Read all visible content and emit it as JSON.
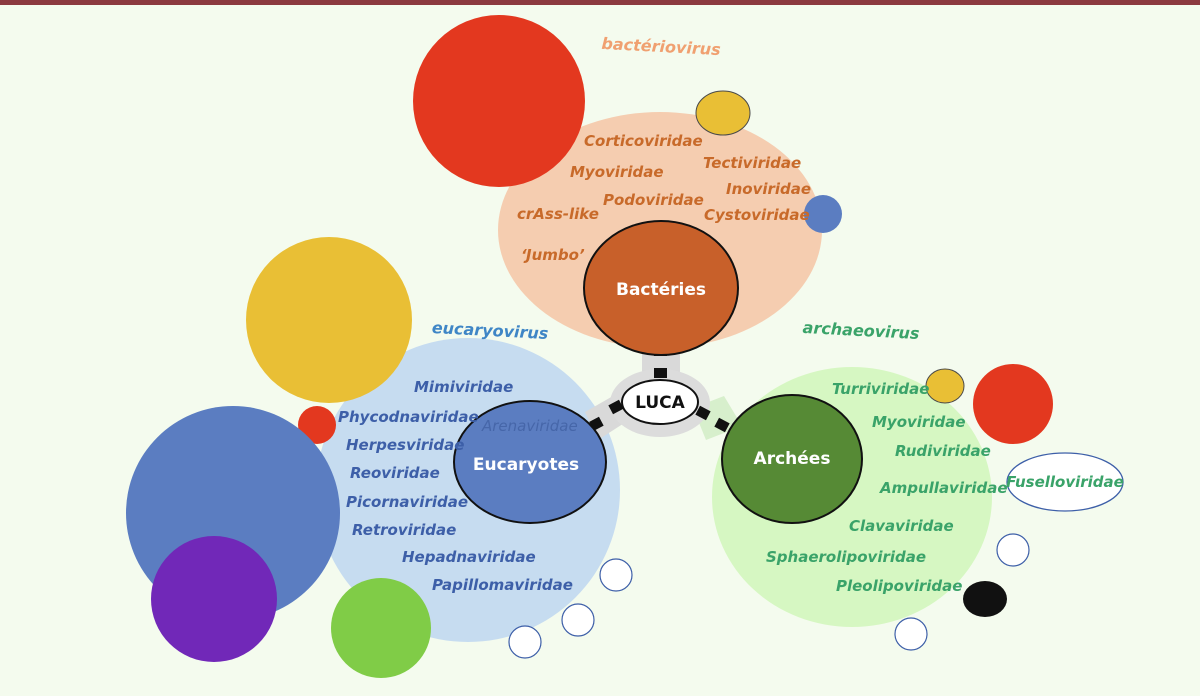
{
  "colors": {
    "background": "#f4fbee",
    "top_bar": "#8b3a3f",
    "bacteria_domain": "#c8602a",
    "bacteria_halo": "#f5cdb0",
    "bacteria_text": "#c86a2a",
    "eukaryote_domain": "#5b7dc1",
    "eukaryote_halo": "#c6dcf0",
    "eukaryote_text": "#3d5fa8",
    "archaea_domain": "#568a35",
    "archaea_halo": "#d6f7c2",
    "archaea_text": "#3aa369",
    "red": "#e3381f",
    "yellow": "#e9bf35",
    "blue": "#5b7dc1",
    "purple": "#7128b8",
    "green": "#80cc47",
    "black": "#111111"
  },
  "center": {
    "label": "LUCA"
  },
  "domains": {
    "bacteria": {
      "label": "Bactéries",
      "group_label": "bactériovirus",
      "families": [
        "Corticoviridae",
        "Myoviridae",
        "Tectiviridae",
        "Inoviridae",
        "Podoviridae",
        "crAss-like",
        "Cystoviridae",
        "‘Jumbo’"
      ]
    },
    "eukaryotes": {
      "label": "Eucaryotes",
      "group_label": "eucaryovirus",
      "families": [
        "Mimiviridae",
        "Phycodnaviridae",
        "Arenaviridae",
        "Herpesviridae",
        "Reoviridae",
        "Picornaviridae",
        "Retroviridae",
        "Hepadnaviridae",
        "Papillomaviridae"
      ]
    },
    "archaea": {
      "label": "Archées",
      "group_label": "archaeovirus",
      "families": [
        "Turriviridae",
        "Myoviridae",
        "Rudiviridae",
        "Ampullaviridae",
        "Fuselloviridae",
        "Clavaviridae",
        "Sphaerolipoviridae",
        "Pleolipoviridae"
      ]
    }
  }
}
